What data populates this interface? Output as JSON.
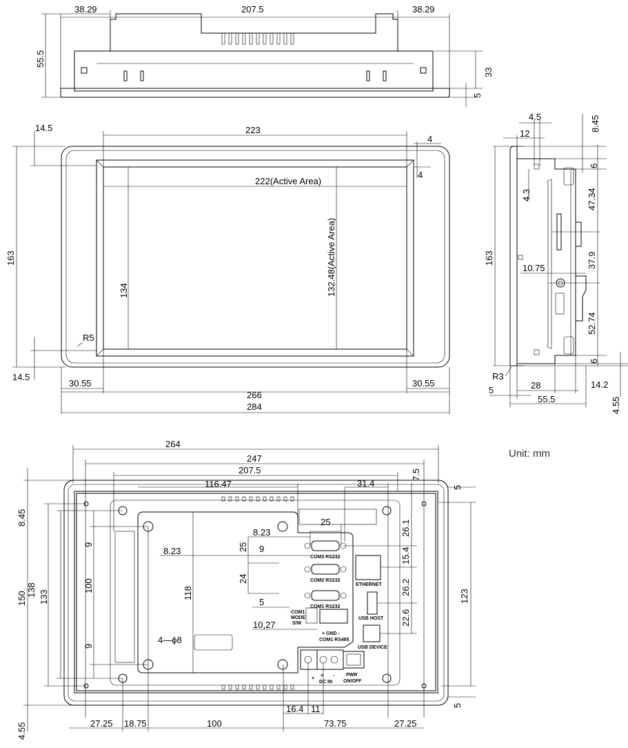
{
  "unit_label": "Unit: mm",
  "top_view": {
    "d1": "38.29",
    "d2": "207.5",
    "d3": "38.29",
    "h1": "55.5",
    "h2": "33",
    "h3": "5"
  },
  "front_view": {
    "w_bezel": "223",
    "w_active": "222(Active Area)",
    "h_active": "132.48(Active Area)",
    "h_bezel": "134",
    "h_total": "163",
    "w_266": "266",
    "w_284": "284",
    "m_left": "30.55",
    "m_right": "30.55",
    "m_top": "14.5",
    "m_bottom": "14.5",
    "r": "R5",
    "b1": "4",
    "b2": "4"
  },
  "side_view": {
    "d45": "4.5",
    "d12": "12",
    "d845": "8.45",
    "d6a": "6",
    "d43": "4.3",
    "d4734": "47.34",
    "d163": "163",
    "d379": "37.9",
    "d1075": "10.75",
    "d5274": "52.74",
    "d6b": "6",
    "r3": "R3",
    "d5": "5",
    "d28": "28",
    "d142": "14.2",
    "d555": "55.5",
    "d455": "4.55"
  },
  "back_view": {
    "w264": "264",
    "w247": "247",
    "w2075": "207.5",
    "d11647": "116.47",
    "d314": "31.4",
    "d75": "7.5",
    "d5a": "5",
    "d845": "8.45",
    "d150": "150",
    "d138": "138",
    "d133": "133",
    "d9a": "9",
    "d100v": "100",
    "d9b": "9",
    "d118": "118",
    "d823a": "8.23",
    "d823b": "8.23",
    "d25a": "25",
    "d25b": "25",
    "d9c": "9",
    "d24": "24",
    "d5b": "5",
    "d1027": "10,27",
    "hole": "4—ϕ8",
    "d261": "26.1",
    "d154": "15.4",
    "d262": "26.2",
    "d226": "22.6",
    "d123": "123",
    "d5c": "5",
    "d164": "16.4",
    "d11": "11",
    "b2725a": "27.25",
    "b1875": "18.75",
    "b100": "100",
    "b7375": "73.75",
    "b2725b": "27.25",
    "b455": "4.55",
    "ports": {
      "com3": "COM3 RS232",
      "com2": "COM2 RS232",
      "com1": "COM1 RS232",
      "ethernet": "ETHERNET",
      "usb_host": "USB HOST",
      "usb_device": "USB DEVICE",
      "com1_mode_1": "COM1",
      "com1_mode_2": "MODE",
      "com1_mode_3": "S/W",
      "rs485_pins": "+  GND  -",
      "com1_rs485": "COM1 RS485",
      "dc_in": "DC IN",
      "dc_plus": "+",
      "dc_minus": "-",
      "pwr_1": "PWR",
      "pwr_2": "ON/OFF"
    }
  }
}
